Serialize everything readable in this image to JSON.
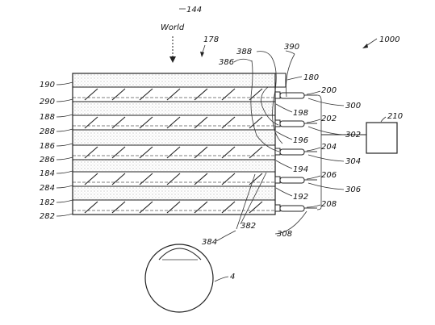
{
  "figure": {
    "ref_world": "144",
    "world_text": "World",
    "ref_stack": "178",
    "ref_system": "1000",
    "ref_eye": "4",
    "ref_controller": "210",
    "ref_top_box": "180",
    "left_labels": [
      "190",
      "290",
      "188",
      "288",
      "186",
      "286",
      "184",
      "284",
      "182",
      "282"
    ],
    "injector_labels": [
      "200",
      "202",
      "204",
      "206",
      "208"
    ],
    "light_labels": [
      "300",
      "302",
      "304",
      "306",
      "308"
    ],
    "edge_labels": [
      "198",
      "196",
      "194",
      "192"
    ],
    "bottom_labels": [
      "382",
      "384"
    ],
    "top_labels": [
      "386",
      "388",
      "390"
    ]
  }
}
